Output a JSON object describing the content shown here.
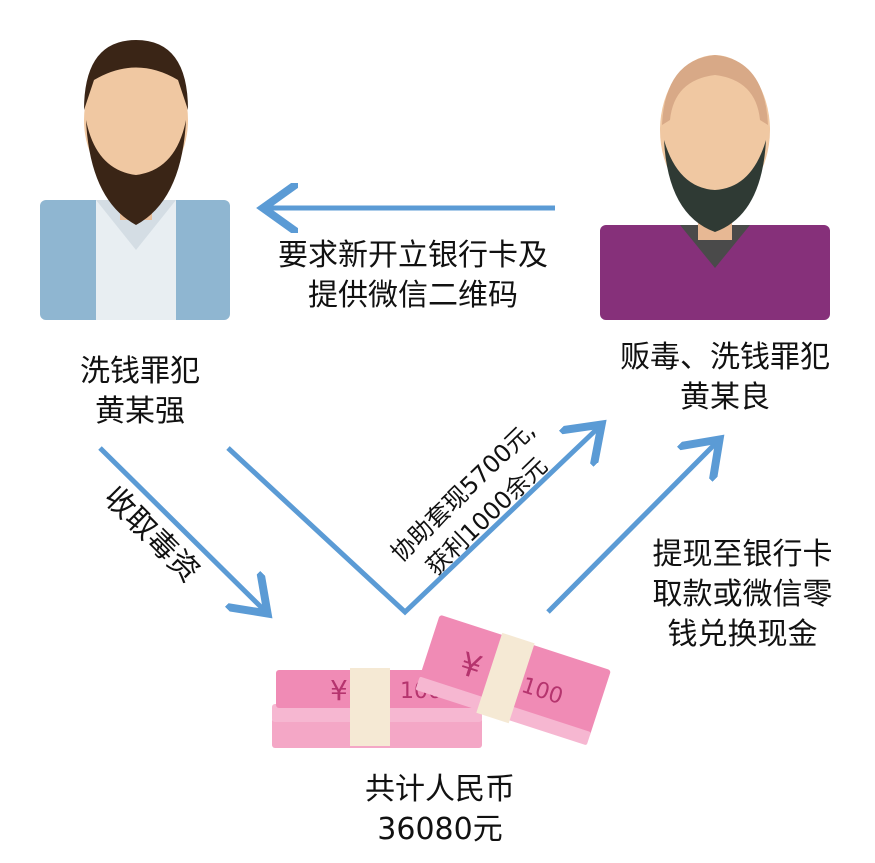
{
  "diagram": {
    "left_person": {
      "line1": "洗钱罪犯",
      "line2": "黄某强"
    },
    "right_person": {
      "line1": "贩毒、洗钱罪犯",
      "line2": "黄某良"
    },
    "top_arrow_text": {
      "line1": "要求新开立银行卡及",
      "line2": "提供微信二维码"
    },
    "left_arrow_text": "收取毒资",
    "middle_arrow_text": {
      "line1": "协助套现5700元,",
      "line2": "获利1000余元"
    },
    "right_arrow_text": {
      "line1": "提现至银行卡",
      "line2": "取款或微信零",
      "line3": "钱兑换现金"
    },
    "money": {
      "line1": "共计人民币",
      "line2": "36080元"
    },
    "colors": {
      "arrow": "#5b9bd5",
      "left_shirt": "#8fb6d1",
      "right_shirt": "#86307a",
      "cash": "#f08bb5"
    }
  }
}
